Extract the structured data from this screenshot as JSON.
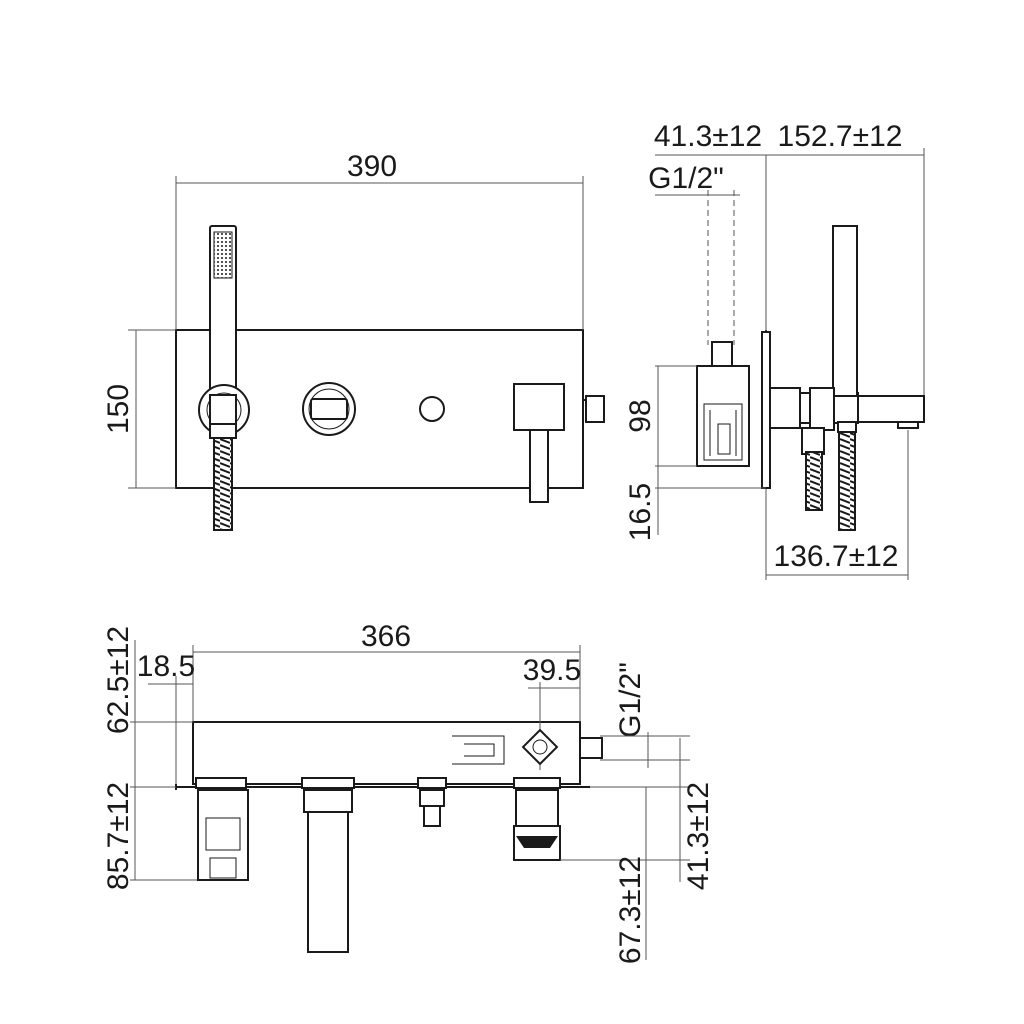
{
  "dimensions": {
    "front_width": "390",
    "front_height": "150",
    "side_top_left": "41.3±12",
    "side_top_right": "152.7±12",
    "side_thread": "G1/2\"",
    "side_body_height": "98",
    "side_offset": "16.5",
    "side_bottom": "136.7±12",
    "plan_width": "366",
    "plan_left_offset": "18.5",
    "plan_inlet_offset": "39.5",
    "plan_thread": "G1/2\"",
    "plan_depth": "62.5±12",
    "plan_handshower_proj": "85.7±12",
    "plan_spout_proj": "41.3±12",
    "plan_right_proj": "67.3±12"
  }
}
